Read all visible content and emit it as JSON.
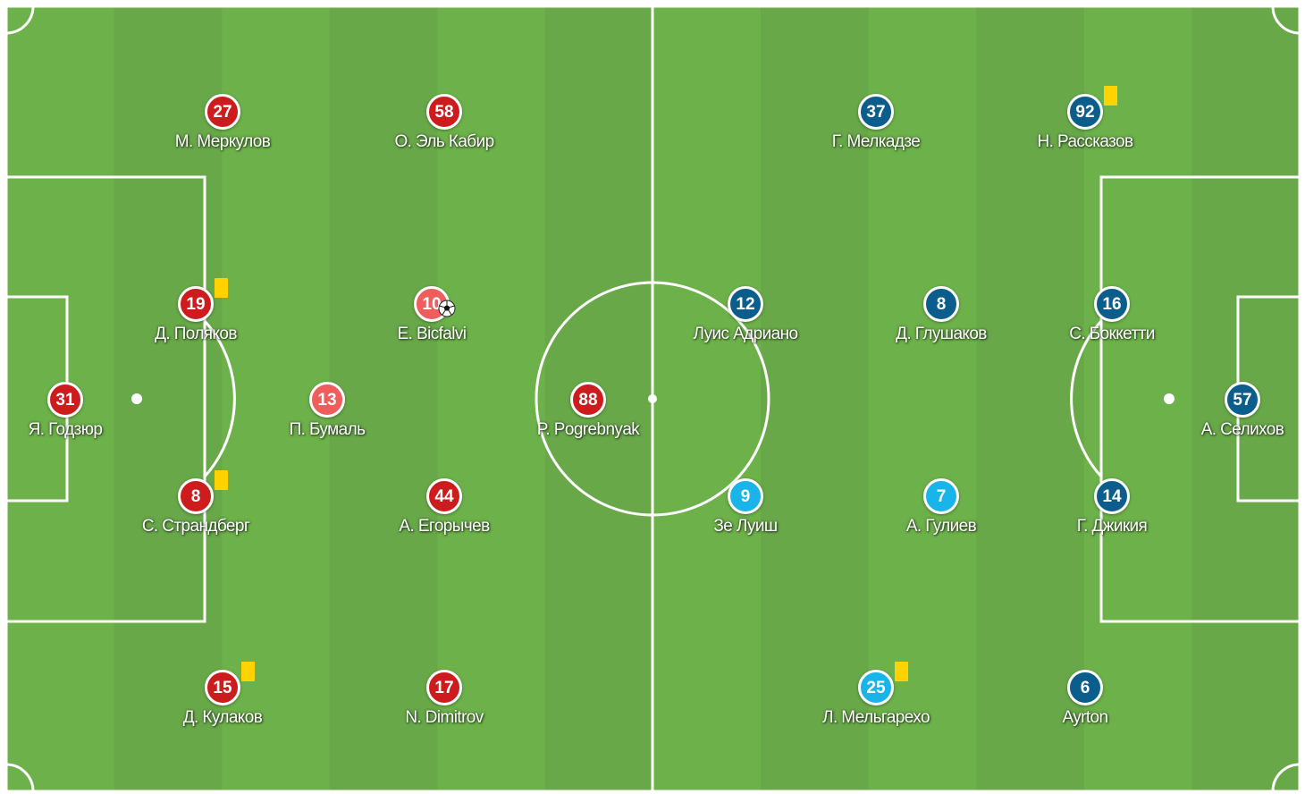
{
  "colors": {
    "stripe_dark": "#68a849",
    "stripe_light": "#6db14a",
    "lines": "#ffffff",
    "home_team": "#cc1c1e",
    "home_highlight": "#ef5d5d",
    "away_team": "#0b5e8b",
    "away_highlight": "#19b4ea",
    "yellow_card": "#ffd200"
  },
  "home": {
    "players": [
      {
        "number": "31",
        "name": "Я. Годзюр",
        "color": "red",
        "card": false,
        "ball": false
      },
      {
        "number": "19",
        "name": "Д. Поляков",
        "color": "red",
        "card": true,
        "ball": false
      },
      {
        "number": "8",
        "name": "С. Страндберг",
        "color": "red",
        "card": true,
        "ball": false
      },
      {
        "number": "27",
        "name": "М. Меркулов",
        "color": "red",
        "card": false,
        "ball": false
      },
      {
        "number": "15",
        "name": "Д. Кулаков",
        "color": "red",
        "card": true,
        "ball": false
      },
      {
        "number": "13",
        "name": "П. Бумаль",
        "color": "pink",
        "card": false,
        "ball": false
      },
      {
        "number": "10",
        "name": "E. Bicfalvi",
        "color": "pink",
        "card": false,
        "ball": true
      },
      {
        "number": "58",
        "name": "О. Эль Кабир",
        "color": "red",
        "card": false,
        "ball": false
      },
      {
        "number": "44",
        "name": "А. Егорычев",
        "color": "red",
        "card": false,
        "ball": false
      },
      {
        "number": "17",
        "name": "N. Dimitrov",
        "color": "red",
        "card": false,
        "ball": false
      },
      {
        "number": "88",
        "name": "P. Pogrebnyak",
        "color": "red",
        "card": false,
        "ball": false
      }
    ]
  },
  "away": {
    "players": [
      {
        "number": "57",
        "name": "А. Селихов",
        "color": "navy",
        "card": false,
        "ball": false
      },
      {
        "number": "16",
        "name": "С. Боккетти",
        "color": "navy",
        "card": false,
        "ball": false
      },
      {
        "number": "14",
        "name": "Г. Джикия",
        "color": "navy",
        "card": false,
        "ball": false
      },
      {
        "number": "92",
        "name": "Н. Рассказов",
        "color": "navy",
        "card": true,
        "ball": false
      },
      {
        "number": "6",
        "name": "Ayrton",
        "color": "navy",
        "card": false,
        "ball": false
      },
      {
        "number": "37",
        "name": "Г. Мелкадзе",
        "color": "navy",
        "card": false,
        "ball": false
      },
      {
        "number": "8",
        "name": "Д. Глушаков",
        "color": "navy",
        "card": false,
        "ball": false
      },
      {
        "number": "7",
        "name": "А. Гулиев",
        "color": "cyan",
        "card": false,
        "ball": false
      },
      {
        "number": "25",
        "name": "Л. Мельгарехо",
        "color": "cyan",
        "card": true,
        "ball": false
      },
      {
        "number": "12",
        "name": "Луис Адриано",
        "color": "navy",
        "card": false,
        "ball": false
      },
      {
        "number": "9",
        "name": "Зе Луиш",
        "color": "cyan",
        "card": false,
        "ball": false
      }
    ]
  }
}
